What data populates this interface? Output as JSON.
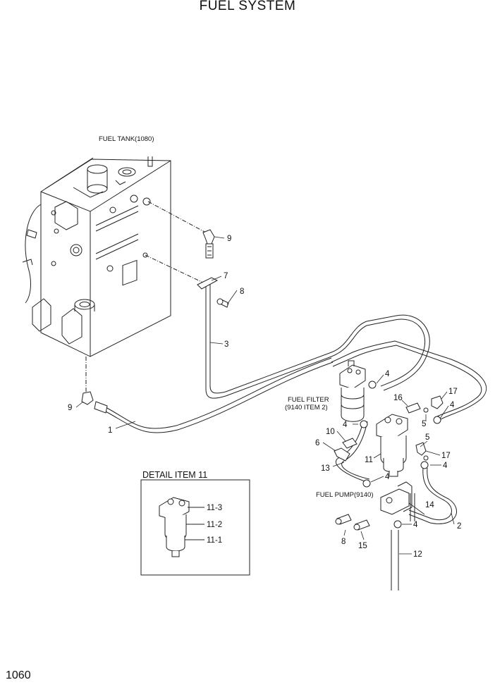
{
  "title": "FUEL SYSTEM",
  "page_number": "1060",
  "captions": {
    "fuel_tank": "FUEL TANK(1080)",
    "fuel_filter_line1": "FUEL FILTER",
    "fuel_filter_line2": "(9140 ITEM 2)",
    "fuel_pump": "FUEL PUMP(9140)"
  },
  "detail": {
    "title": "DETAIL ITEM 11",
    "labels": [
      "11-3",
      "11-2",
      "11-1"
    ]
  },
  "callouts": {
    "c1": "1",
    "c2": "2",
    "c3": "3",
    "c4a": "4",
    "c4b": "4",
    "c4c": "4",
    "c4d": "4",
    "c4e": "4",
    "c4f": "4",
    "c5a": "5",
    "c5b": "5",
    "c6": "6",
    "c7": "7",
    "c8a": "8",
    "c8b": "8",
    "c9a": "9",
    "c9b": "9",
    "c10": "10",
    "c11": "11",
    "c12": "12",
    "c13": "13",
    "c14": "14",
    "c15": "15",
    "c16": "16",
    "c17a": "17",
    "c17b": "17"
  }
}
